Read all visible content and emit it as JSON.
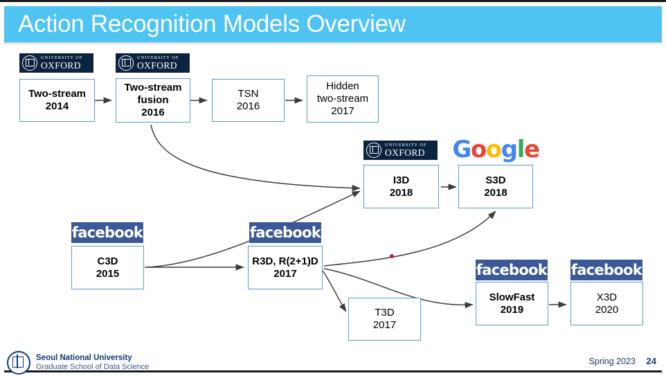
{
  "slide": {
    "title": "Action Recognition Models Overview",
    "banner_color": "#4FC3F1",
    "box_border_color": "#5B9BD5",
    "arrow_color": "#3C3C3C",
    "marker_dot_color": "#C2185B"
  },
  "logos": {
    "oxford": {
      "name": "oxford-logo",
      "small": "UNIVERSITY OF",
      "big": "OXFORD",
      "bg": "#0C2340"
    },
    "facebook": {
      "name": "facebook-logo",
      "text": "facebook",
      "bg": "#3B5998"
    },
    "google": {
      "name": "google-logo",
      "letters": [
        {
          "ch": "G",
          "color": "#4285F4"
        },
        {
          "ch": "o",
          "color": "#EA4335"
        },
        {
          "ch": "o",
          "color": "#FBBC05"
        },
        {
          "ch": "g",
          "color": "#4285F4"
        },
        {
          "ch": "l",
          "color": "#34A853"
        },
        {
          "ch": "e",
          "color": "#EA4335"
        }
      ]
    }
  },
  "nodes": [
    {
      "id": "two-stream",
      "line1": "Two-stream",
      "line2": "2014",
      "bold": true,
      "logo": "oxford"
    },
    {
      "id": "two-stream-fusion",
      "line1": "Two-stream",
      "line2": "fusion",
      "line3": "2016",
      "bold": true,
      "logo": "oxford"
    },
    {
      "id": "tsn",
      "line1": "TSN",
      "line2": "2016",
      "bold": false,
      "logo": null
    },
    {
      "id": "hidden-two-stream",
      "line1": "Hidden",
      "line2": "two-stream",
      "line3": "2017",
      "bold": false,
      "logo": null
    },
    {
      "id": "i3d",
      "line1": "I3D",
      "line2": "2018",
      "bold": true,
      "logo": "oxford"
    },
    {
      "id": "s3d",
      "line1": "S3D",
      "line2": "2018",
      "bold": true,
      "logo": "google"
    },
    {
      "id": "c3d",
      "line1": "C3D",
      "line2": "2015",
      "bold": true,
      "logo": "facebook"
    },
    {
      "id": "r3d",
      "line1": "R3D, R(2+1)D",
      "line2": "2017",
      "bold": true,
      "logo": "facebook"
    },
    {
      "id": "t3d",
      "line1": "T3D",
      "line2": "2017",
      "bold": false,
      "logo": null
    },
    {
      "id": "slowfast",
      "line1": "SlowFast",
      "line2": "2019",
      "bold": true,
      "logo": "facebook"
    },
    {
      "id": "x3d",
      "line1": "X3D",
      "line2": "2020",
      "bold": false,
      "logo": "facebook"
    }
  ],
  "edges": [
    {
      "from": "two-stream",
      "to": "two-stream-fusion"
    },
    {
      "from": "two-stream-fusion",
      "to": "tsn"
    },
    {
      "from": "tsn",
      "to": "hidden-two-stream"
    },
    {
      "from": "two-stream-fusion",
      "to": "i3d"
    },
    {
      "from": "c3d",
      "to": "i3d"
    },
    {
      "from": "c3d",
      "to": "r3d"
    },
    {
      "from": "i3d",
      "to": "s3d"
    },
    {
      "from": "r3d",
      "to": "s3d"
    },
    {
      "from": "r3d",
      "to": "slowfast"
    },
    {
      "from": "r3d",
      "to": "t3d"
    },
    {
      "from": "slowfast",
      "to": "x3d"
    }
  ],
  "footer": {
    "university": "Seoul National University",
    "school": "Graduate School of Data Science",
    "term": "Spring 2023",
    "page": "24"
  }
}
